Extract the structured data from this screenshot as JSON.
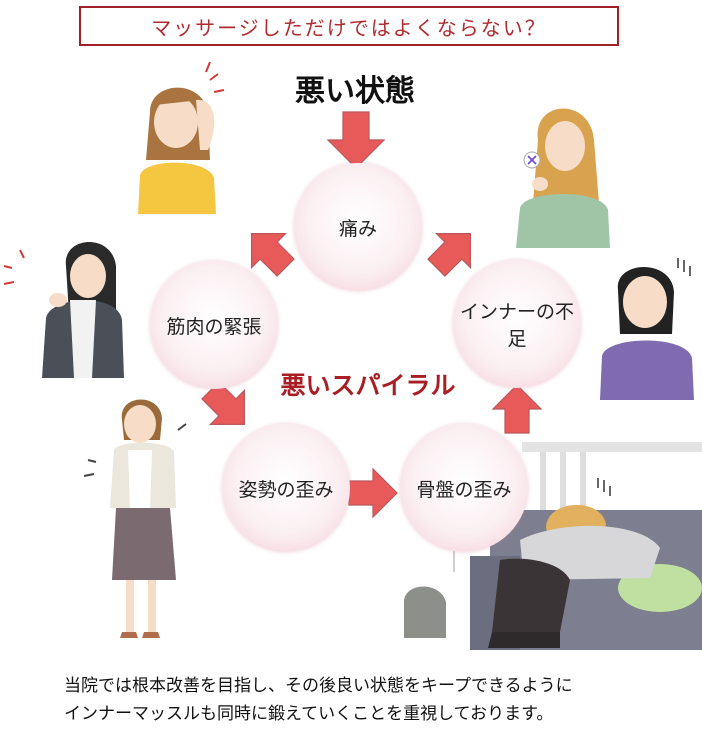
{
  "header": {
    "title": "マッサージしただけではよくならない？",
    "bad_state": "悪い状態",
    "spiral_label": "悪いスパイラル"
  },
  "cycle": {
    "pain": "痛み",
    "muscle_tension": "筋肉の緊張",
    "inner_lack": "インナーの不足",
    "posture_distortion": "姿勢の歪み",
    "pelvis_distortion": "骨盤の歪み"
  },
  "footer": {
    "line1": "当院では根本改善を目指し、その後良い状態をキープできるように",
    "line2": "インナーマッスルも同時に鍛えていくことを重視しております。"
  },
  "colors": {
    "accent": "#a81e24",
    "arrow": "#e85a5a",
    "circle": "#f1cbd6"
  },
  "icons": [
    "down-arrow-icon",
    "headache-woman-icon",
    "shoulder-pain-woman-icon",
    "back-pain-woman-icon",
    "thinking-woman-icon",
    "tired-woman-icon",
    "collapsed-woman-bed-icon"
  ]
}
